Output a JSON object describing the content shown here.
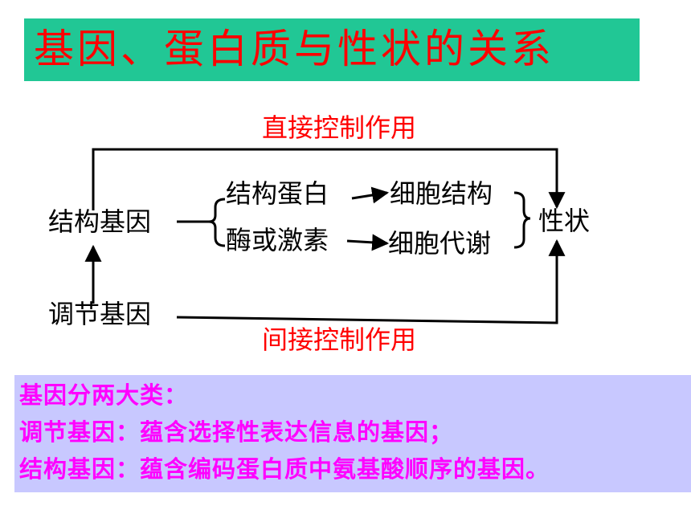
{
  "title": "基因、蛋白质与性状的关系",
  "diagram": {
    "direct_label": "直接控制作用",
    "indirect_label": "间接控制作用",
    "structural_gene": "结构基因",
    "regulatory_gene": "调节基因",
    "structural_protein": "结构蛋白",
    "enzyme_hormone": "酶或激素",
    "cell_structure": "细胞结构",
    "cell_metabolism": "细胞代谢",
    "trait": "性状"
  },
  "info": {
    "line1": "基因分两大类：",
    "line2": "调节基因：蕴含选择性表达信息的基因；",
    "line3": "结构基因：蕴含编码蛋白质中氨基酸顺序的基因。"
  },
  "colors": {
    "title_bg": "#21c795",
    "title_text": "#ff0000",
    "info_bg": "#c8c8ff",
    "info_text": "#ff00ff"
  }
}
